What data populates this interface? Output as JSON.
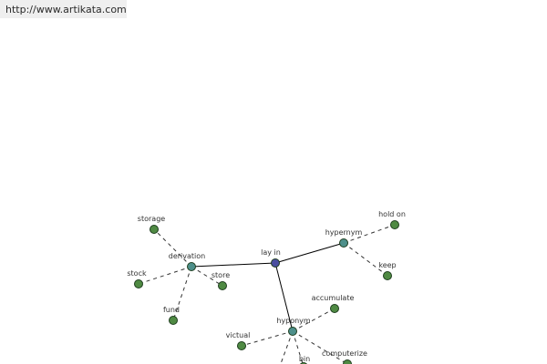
{
  "url_bar": {
    "text": "http://www.artikata.com"
  },
  "colors": {
    "root_node": "#4a4ea0",
    "relation_node": "#4d8f8a",
    "word_node": "#4f8a43"
  },
  "graph": {
    "nodes": [
      {
        "id": "lay-in",
        "label": "lay in",
        "kind": "root"
      },
      {
        "id": "derivation",
        "label": "derivation",
        "kind": "relation"
      },
      {
        "id": "hypernym",
        "label": "hypernym",
        "kind": "relation"
      },
      {
        "id": "hyponym",
        "label": "hyponym",
        "kind": "relation"
      },
      {
        "id": "storage",
        "label": "storage",
        "kind": "word"
      },
      {
        "id": "stock",
        "label": "stock",
        "kind": "word"
      },
      {
        "id": "store",
        "label": "store",
        "kind": "word"
      },
      {
        "id": "fund",
        "label": "fund",
        "kind": "word"
      },
      {
        "id": "hold-on",
        "label": "hold on",
        "kind": "word"
      },
      {
        "id": "keep",
        "label": "keep",
        "kind": "word"
      },
      {
        "id": "accumulate",
        "label": "accumulate",
        "kind": "word"
      },
      {
        "id": "victual",
        "label": "victual",
        "kind": "word"
      },
      {
        "id": "bin",
        "label": "bin",
        "kind": "word"
      },
      {
        "id": "computerize",
        "label": "computerize",
        "kind": "word"
      },
      {
        "id": "unlabeled",
        "label": "",
        "kind": "word"
      }
    ],
    "edges": [
      {
        "from": "lay-in",
        "to": "derivation",
        "style": "solid"
      },
      {
        "from": "lay-in",
        "to": "hypernym",
        "style": "solid"
      },
      {
        "from": "lay-in",
        "to": "hyponym",
        "style": "solid"
      },
      {
        "from": "derivation",
        "to": "storage",
        "style": "dashed"
      },
      {
        "from": "derivation",
        "to": "stock",
        "style": "dashed"
      },
      {
        "from": "derivation",
        "to": "store",
        "style": "dashed"
      },
      {
        "from": "derivation",
        "to": "fund",
        "style": "dashed"
      },
      {
        "from": "hypernym",
        "to": "hold-on",
        "style": "dashed"
      },
      {
        "from": "hypernym",
        "to": "keep",
        "style": "dashed"
      },
      {
        "from": "hyponym",
        "to": "accumulate",
        "style": "dashed"
      },
      {
        "from": "hyponym",
        "to": "victual",
        "style": "dashed"
      },
      {
        "from": "hyponym",
        "to": "bin",
        "style": "dashed"
      },
      {
        "from": "hyponym",
        "to": "computerize",
        "style": "dashed"
      },
      {
        "from": "hyponym",
        "to": "unlabeled",
        "style": "dashed"
      }
    ]
  }
}
